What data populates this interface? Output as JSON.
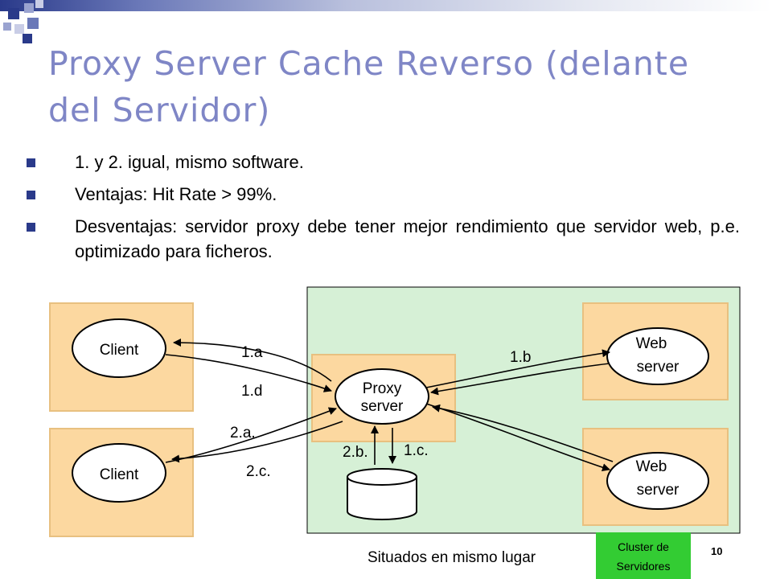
{
  "title": "Proxy Server Cache Reverso (delante del Servidor)",
  "bullets": [
    "1. y 2. igual, mismo software.",
    "Ventajas: Hit Rate > 99%.",
    "Desventajas: servidor proxy debe tener mejor rendimiento que servidor web, p.e. optimizado para ficheros."
  ],
  "diagram": {
    "client_label": "Client",
    "proxy_label_1": "Proxy",
    "proxy_label_2": "server",
    "web_label_1": "Web",
    "web_label_2": "server",
    "edges": {
      "e1a": "1.a",
      "e1d": "1.d",
      "e1b": "1.b",
      "e2a": "2.a.",
      "e2c": "2.c.",
      "e2b": "2.b.",
      "e1c": "1.c."
    },
    "location_note": "Situados en mismo lugar",
    "cluster_line_1": "Cluster de",
    "cluster_line_2": "Servidores"
  },
  "colors": {
    "title": "#7f86c6",
    "accent": "#2a3a8a",
    "node_box": "#fcd8a0",
    "server_zone": "#d6f0d6",
    "cluster_badge": "#33cc33"
  },
  "page_number": "10"
}
